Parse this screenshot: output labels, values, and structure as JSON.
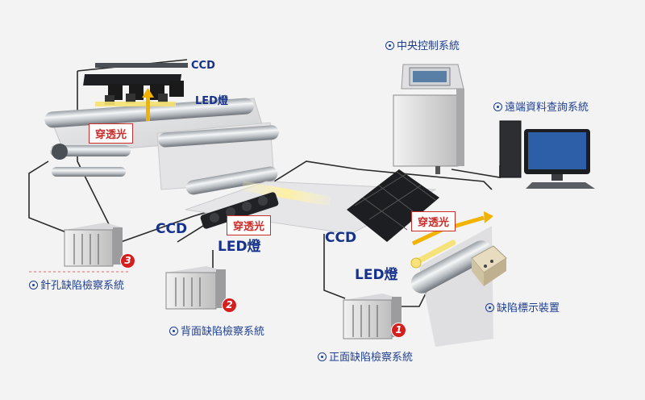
{
  "systems": {
    "central": "中央控制系統",
    "remote": "遠端資料查詢系統",
    "pinhole": "針孔缺陷檢察系統",
    "back": "背面缺陷檢察系統",
    "front": "正面缺陷檢察系統",
    "marker": "缺陷標示裝置"
  },
  "labels": {
    "ccd": "CCD",
    "led": "LED燈",
    "light": "穿透光"
  },
  "badges": [
    "3",
    "2",
    "1"
  ],
  "colors": {
    "label_blue": "#16318a",
    "box_red": "#c9302c",
    "badge_red": "#d51e1e",
    "led_light": "#f6e27a"
  }
}
